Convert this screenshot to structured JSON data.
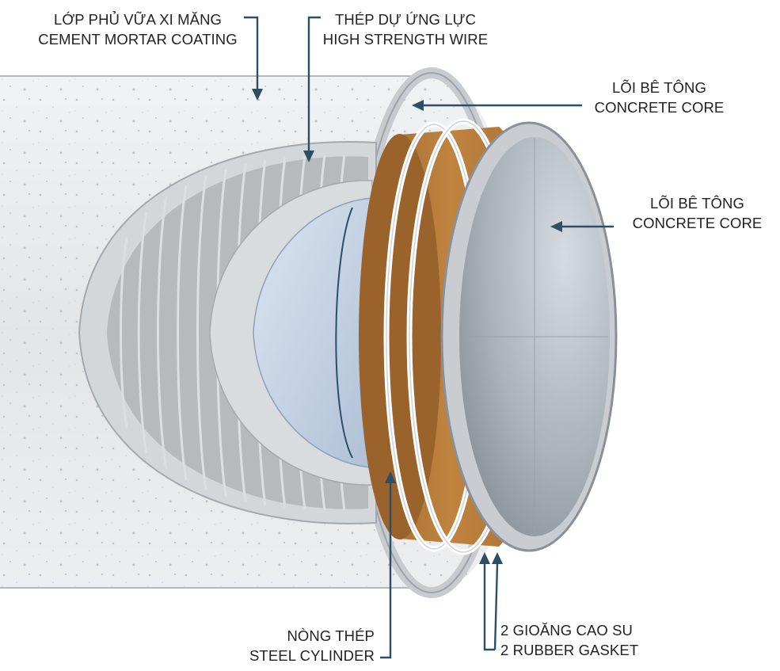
{
  "labels": {
    "mortar": {
      "vi": "LỚP PHỦ VỮA XI MĂNG",
      "en": "CEMENT MORTAR COATING"
    },
    "wire": {
      "vi": "THÉP DỰ ỨNG LỰC",
      "en": "HIGH STRENGTH WIRE"
    },
    "core_outer": {
      "vi": "LÕI BÊ TÔNG",
      "en": "CONCRETE CORE"
    },
    "core_inner": {
      "vi": "LÕI BÊ TÔNG",
      "en": "CONCRETE CORE"
    },
    "cylinder": {
      "vi": "NÒNG THÉP",
      "en": "STEEL CYLINDER"
    },
    "gasket": {
      "vi": "2 GIOĂNG CAO SU",
      "en": "2 RUBBER GASKET"
    }
  },
  "colors": {
    "arrow": "#2c4f66",
    "mortar": "#e8eaec",
    "wire": "#a7a9ab",
    "steel_cylinder": "#c5d3e6",
    "rubber_gasket": "#b87b3c",
    "concrete_core": "#a9b0b8"
  }
}
